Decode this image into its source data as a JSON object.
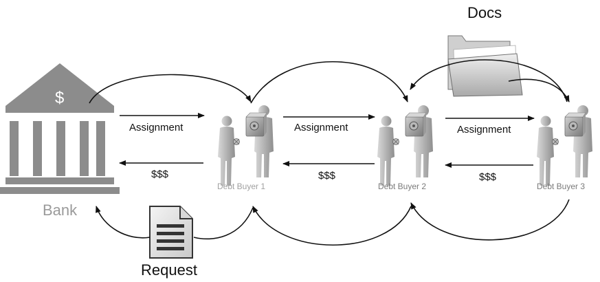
{
  "bank": {
    "label": "Bank",
    "symbol": "$"
  },
  "buyers": [
    {
      "label": "Debt Buyer 1"
    },
    {
      "label": "Debt Buyer 2"
    },
    {
      "label": "Debt Buyer 3"
    }
  ],
  "flows": {
    "assignment": [
      "Assignment",
      "Assignment",
      "Assignment"
    ],
    "payment": [
      "$$$",
      "$$$",
      "$$$"
    ]
  },
  "docs_label": "Docs",
  "request_label": "Request",
  "colors": {
    "arrow": "#111111",
    "building": "#8c8c8c",
    "person": "#a8a8a8",
    "buyer1_text": "#a0a0a0",
    "buyer_text": "#7a7a7a"
  },
  "icons": [
    "bank-building-icon",
    "person-icon",
    "safe-icon",
    "folder-icon",
    "document-icon"
  ]
}
